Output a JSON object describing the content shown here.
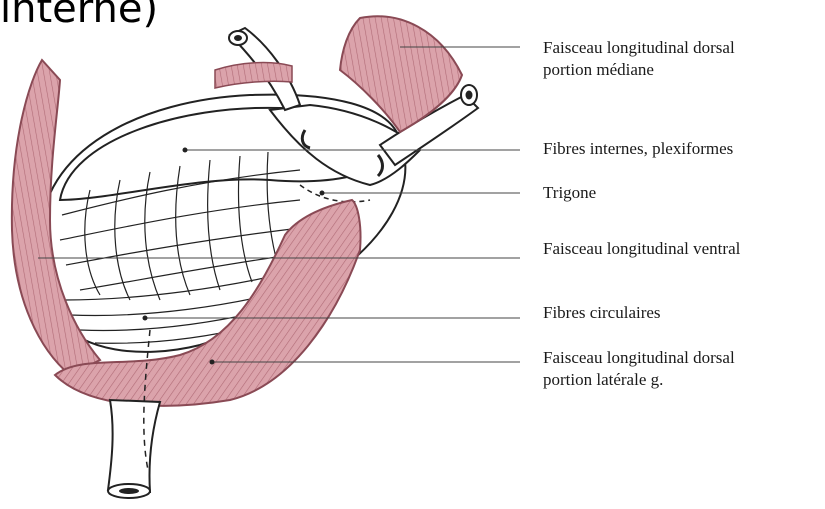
{
  "title_fragment": "interne)",
  "labels": [
    {
      "id": "dorsal-median",
      "lines": [
        "Faisceau longitudinal dorsal",
        "portion médiane"
      ]
    },
    {
      "id": "internal-fibres",
      "lines": [
        "Fibres internes, plexiformes"
      ]
    },
    {
      "id": "trigone",
      "lines": [
        "Trigone"
      ]
    },
    {
      "id": "ventral",
      "lines": [
        "Faisceau longitudinal ventral"
      ]
    },
    {
      "id": "circular",
      "lines": [
        "Fibres circulaires"
      ]
    },
    {
      "id": "dorsal-lateral",
      "lines": [
        "Faisceau longitudinal dorsal",
        "portion latérale g."
      ]
    }
  ],
  "colors": {
    "muscle_fill": "#dba3ab",
    "muscle_stroke": "#8a4a55",
    "outline": "#222222",
    "leader": "#444444"
  }
}
